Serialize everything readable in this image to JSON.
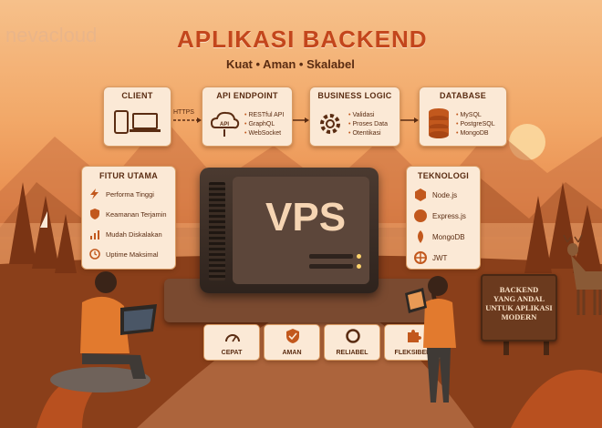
{
  "brand": {
    "name": "nevacloud"
  },
  "header": {
    "title": "APLIKASI BACKEND",
    "subtitle": "Kuat • Aman • Skalabel"
  },
  "flow": {
    "arrow_label": "HTTPS",
    "client": {
      "title": "CLIENT"
    },
    "api": {
      "title": "API ENDPOINT",
      "icon_text": "API",
      "items": [
        "RESTful API",
        "GraphQL",
        "WebSocket"
      ]
    },
    "logic": {
      "title": "BUSINESS LOGIC",
      "items": [
        "Validasi",
        "Proses Data",
        "Otentikasi"
      ]
    },
    "database": {
      "title": "DATABASE",
      "items": [
        "MySQL",
        "PostgreSQL",
        "MongoDB"
      ]
    }
  },
  "features": {
    "title": "FITUR UTAMA",
    "items": [
      "Performa Tinggi",
      "Keamanan Terjamin",
      "Mudah Diskalakan",
      "Uptime Maksimal"
    ]
  },
  "server": {
    "label": "VPS"
  },
  "technology": {
    "title": "TEKNOLOGI",
    "items": [
      "Node.js",
      "Express.js",
      "MongoDB",
      "JWT"
    ]
  },
  "badges": [
    "CEPAT",
    "AMAN",
    "RELIABEL",
    "FLEKSIBEL"
  ],
  "sign": {
    "lines": [
      "BACKEND",
      "YANG ANDAL",
      "UNTUK APLIKASI",
      "MODERN"
    ]
  },
  "colors": {
    "accent": "#c3461c",
    "card_bg": "#fbe9d6",
    "card_border": "#d99b63",
    "text_dark": "#5a2c12"
  }
}
